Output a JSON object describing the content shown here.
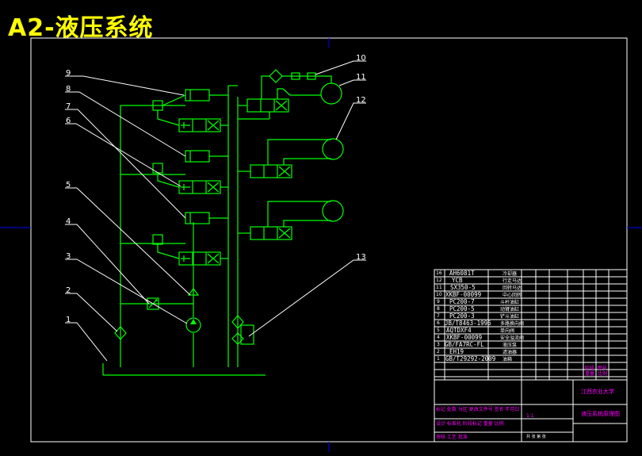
{
  "title": "A2-液压系统",
  "callouts": {
    "c1": "1",
    "c2": "2",
    "c3": "3",
    "c4": "4",
    "c5": "5",
    "c6": "6",
    "c7": "7",
    "c8": "8",
    "c9": "9",
    "c10": "10",
    "c11": "11",
    "c12": "12",
    "c13": "13"
  },
  "parts": {
    "r16": {
      "no": "16",
      "code": "AH6081T",
      "name": "冷却器"
    },
    "r12": {
      "no": "12",
      "code": "YCB",
      "name": "行走马达"
    },
    "r11": {
      "no": "11",
      "code": "SX350-5",
      "name": "回转马达"
    },
    "r10": {
      "no": "10",
      "code": "XKBF-00099",
      "name": "中心回转"
    },
    "r9": {
      "no": "9",
      "code": "PC200-7",
      "name": "斗杆油缸"
    },
    "r8": {
      "no": "8",
      "code": "PC200-5",
      "name": "动臂油缸"
    },
    "r7": {
      "no": "7",
      "code": "PC200-3",
      "name": "铲斗油缸"
    },
    "r6": {
      "no": "6",
      "code": "JB/T8463-1996",
      "name": "多路换向阀"
    },
    "r5": {
      "no": "5",
      "code": "AQTDXF4",
      "name": "单向阀"
    },
    "r4": {
      "no": "4",
      "code": "XKBF-00099",
      "name": "安全溢流阀"
    },
    "r3": {
      "no": "3",
      "code": "GB/FA7RC-FL",
      "name": "液压泵"
    },
    "r2": {
      "no": "2",
      "code": "EH19",
      "name": "滤油器"
    },
    "r1": {
      "no": "1",
      "code": "GB/T29292-2009",
      "name": "油箱"
    },
    "header": {
      "a": "阶段",
      "b": "图号",
      "c": "重量",
      "d": "比例"
    }
  },
  "titleblock": {
    "university": "江西农业大学",
    "drawing_name": "液压系统原理图",
    "sheet": "共 张 第 张",
    "row1": "标记 处数 分区 更改文件号 签名 年月日",
    "row2": "设计 标准化 阶段标记 重量 比例",
    "row3": "审核 工艺 批准",
    "scale": "1:1"
  }
}
